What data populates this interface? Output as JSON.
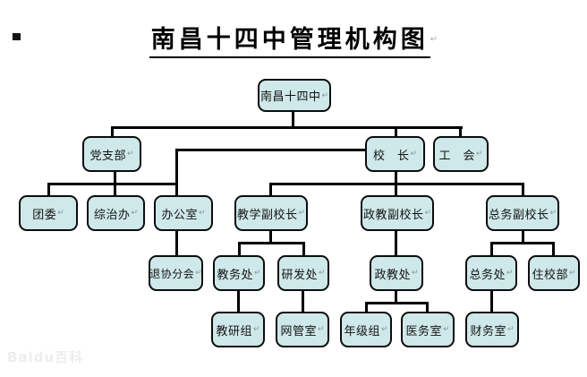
{
  "page": {
    "title": "南昌十四中管理机构图",
    "watermark": "Baidu百科",
    "return_mark": "↵"
  },
  "colors": {
    "box_fill": "#cfe8e9",
    "box_border": "#0c0c0c",
    "line": "#000000",
    "title_color": "#000000"
  },
  "nodes": {
    "root": "南昌十四中",
    "dangzhibu": "党支部",
    "xiaozhang": "校　长",
    "gonghui": "工　会",
    "tuanwei": "团委",
    "zongzhiban": "综治办",
    "bangongshi": "办公室",
    "jiaoxuefu": "教学副校长",
    "zhengjiaofu": "政教副校长",
    "zongwufu": "总务副校长",
    "tuixiefenhui": "退协分会",
    "jiaowuchu": "教务处",
    "yanfachu": "研发处",
    "zhengjiaochu": "政教处",
    "zongwuchu": "总务处",
    "zhuxiaobu": "住校部",
    "jiaoyanzu": "教研组",
    "wangguanshi": "网管室",
    "nianjizu": "年级组",
    "yiwushi": "医务室",
    "caiwushi": "财务室"
  },
  "edges": [
    [
      "南昌十四中",
      "党支部"
    ],
    [
      "南昌十四中",
      "校长"
    ],
    [
      "南昌十四中",
      "工会"
    ],
    [
      "党支部",
      "团委"
    ],
    [
      "党支部",
      "综治办"
    ],
    [
      "党支部",
      "办公室"
    ],
    [
      "校长",
      "办公室"
    ],
    [
      "校长",
      "教学副校长"
    ],
    [
      "校长",
      "政教副校长"
    ],
    [
      "校长",
      "总务副校长"
    ],
    [
      "办公室",
      "退协分会"
    ],
    [
      "教学副校长",
      "教务处"
    ],
    [
      "教学副校长",
      "研发处"
    ],
    [
      "政教副校长",
      "政教处"
    ],
    [
      "总务副校长",
      "总务处"
    ],
    [
      "总务副校长",
      "住校部"
    ],
    [
      "教务处",
      "教研组"
    ],
    [
      "研发处",
      "网管室"
    ],
    [
      "政教处",
      "年级组"
    ],
    [
      "政教处",
      "医务室"
    ],
    [
      "总务处",
      "财务室"
    ]
  ]
}
